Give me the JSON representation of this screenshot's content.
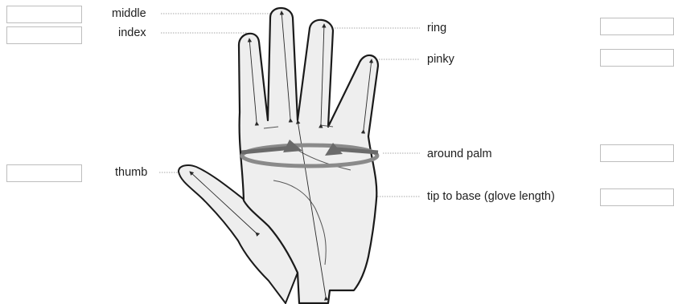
{
  "labels": {
    "middle": "middle",
    "index": "index",
    "thumb": "thumb",
    "ring": "ring",
    "pinky": "pinky",
    "around_palm": "around palm",
    "tip_to_base": "tip to base (glove length)"
  },
  "inputs": {
    "middle": "",
    "index": "",
    "thumb": "",
    "ring": "",
    "pinky": "",
    "around_palm": "",
    "tip_to_base": ""
  },
  "colors": {
    "hand_fill": "#eeeeee",
    "hand_stroke": "#1a1a1a",
    "arrow_gray": "#7a7a7a",
    "leader_line": "#8a8a8a",
    "field_border": "#bdbdbd"
  }
}
